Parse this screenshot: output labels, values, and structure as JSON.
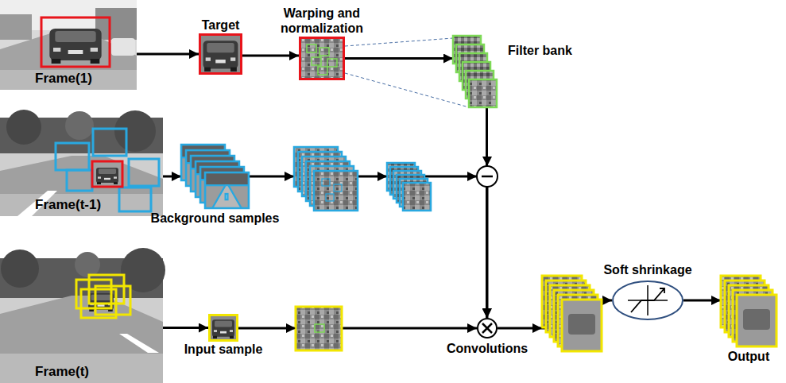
{
  "diagram": {
    "nodes": [
      {
        "text": [
          "Frame(1)"
        ]
      },
      {
        "text": [
          "Target"
        ]
      },
      {
        "text": [
          "Warping and normalization"
        ]
      },
      {
        "text": [
          "Filter bank"
        ]
      },
      {
        "text": [
          "Frame(t-1)"
        ]
      },
      {
        "text": [
          "Background samples"
        ]
      },
      {
        "text": [
          "Frame(t)"
        ]
      },
      {
        "text": [
          "Input sample"
        ]
      },
      {
        "text": [
          "Convolutions"
        ]
      },
      {
        "text": [
          "Soft shrinkage"
        ]
      },
      {
        "text": [
          "Output"
        ]
      }
    ],
    "edges": [
      {
        "from": 0,
        "to": 1,
        "arrow": "to"
      },
      {
        "from": 1,
        "to": 2,
        "arrow": "to"
      },
      {
        "from": 2,
        "to": 3,
        "arrow": "to"
      },
      {
        "from": 4,
        "to": 5,
        "arrow": "to"
      },
      {
        "from": 3,
        "to": 8,
        "arrow": "to"
      },
      {
        "from": 5,
        "to": 8,
        "arrow": "to"
      },
      {
        "from": 6,
        "to": 7,
        "arrow": "to"
      },
      {
        "from": 7,
        "to": 8,
        "arrow": "to"
      },
      {
        "from": 8,
        "to": 9,
        "arrow": "to"
      },
      {
        "from": 9,
        "to": 10,
        "arrow": "to"
      }
    ]
  }
}
